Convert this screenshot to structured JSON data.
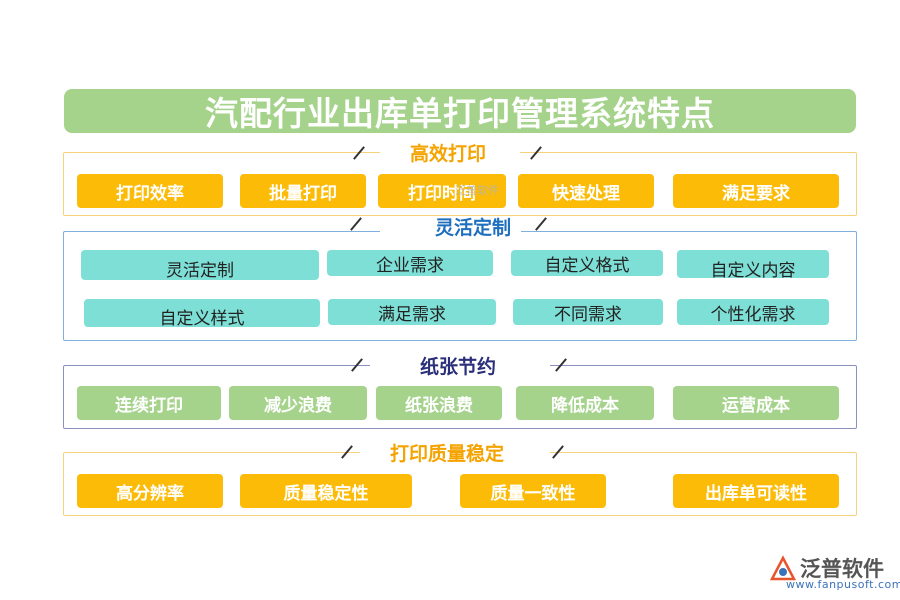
{
  "title": "汽配行业出库单打印管理系统特点",
  "colors": {
    "title_bg": "#a6d38c",
    "orange": "#fbbb07",
    "teal": "#7ddfd6",
    "green": "#a6d38c",
    "blue_label": "#1f6fbf",
    "navy_label": "#2b2f7a",
    "orange_label": "#f5a300"
  },
  "sections": [
    {
      "label": "高效打印",
      "items": [
        "打印效率",
        "批量打印",
        "打印时间",
        "快速处理",
        "满足要求"
      ]
    },
    {
      "label": "灵活定制",
      "items": [
        "灵活定制",
        "企业需求",
        "自定义格式",
        "自定义内容",
        "自定义样式",
        "满足需求",
        "不同需求",
        "个性化需求"
      ]
    },
    {
      "label": "纸张节约",
      "items": [
        "连续打印",
        "减少浪费",
        "纸张浪费",
        "降低成本",
        "运营成本"
      ]
    },
    {
      "label": "打印质量稳定",
      "items": [
        "高分辨率",
        "质量稳定性",
        "质量一致性",
        "出库单可读性"
      ]
    }
  ],
  "watermark": "泛普软件",
  "brand": {
    "name": "泛普软件",
    "url": "www.fanpusoft.com",
    "icon": "fanpu-logo-icon"
  }
}
